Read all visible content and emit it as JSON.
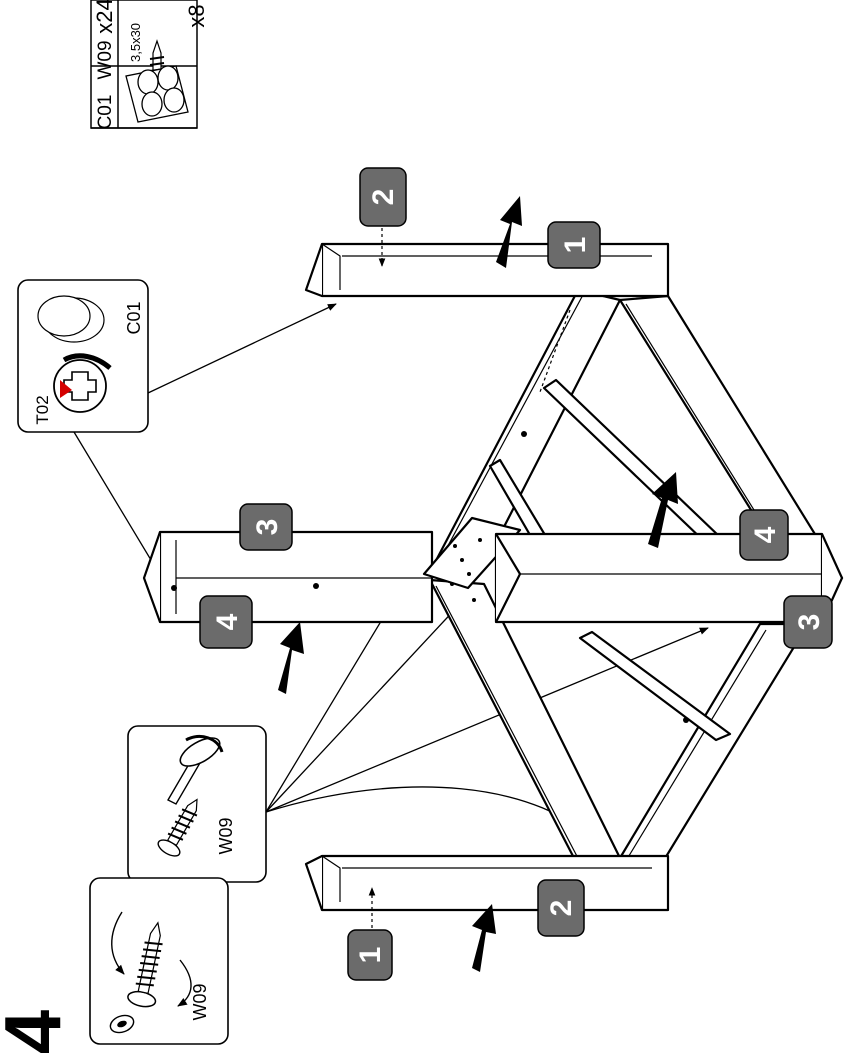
{
  "step": {
    "number": "4"
  },
  "parts": [
    {
      "code": "W09",
      "qty": "x24",
      "size": "3,5x30",
      "icon": "screw-icon"
    },
    {
      "code": "C01",
      "qty": "x8",
      "icon": "cap-sheet-icon"
    }
  ],
  "callouts": {
    "cap": {
      "tool": "T02",
      "part": "C01"
    },
    "screwdriver": {
      "part": "W09"
    },
    "screw_turn": {
      "part": "W09"
    }
  },
  "badges": {
    "top_left_leg": [
      "2",
      "1"
    ],
    "left_leg": [
      "3",
      "4"
    ],
    "center_leg": "4",
    "right_corner": "3",
    "right_leg": [
      "2",
      "1"
    ]
  },
  "colors": {
    "line": "#000000",
    "badge_fill": "#6b6b6b",
    "badge_text": "#ffffff",
    "accent": "#d40000"
  }
}
